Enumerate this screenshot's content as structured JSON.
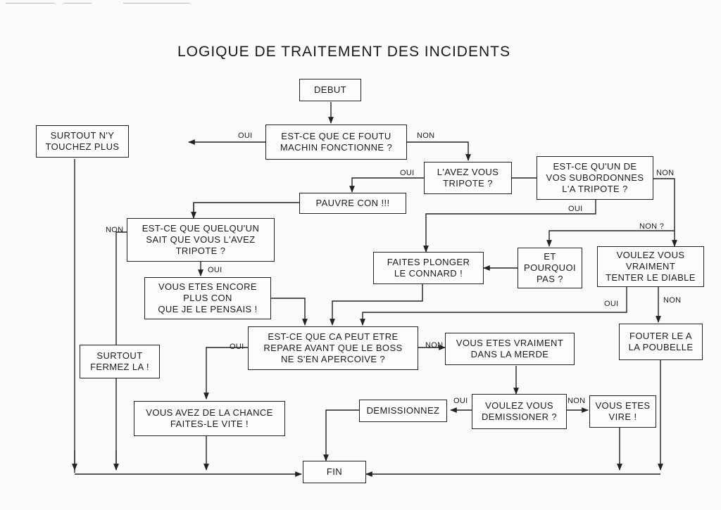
{
  "title": "LOGIQUE DE TRAITEMENT DES INCIDENTS",
  "nodes": {
    "debut": "DEBUT",
    "fonctionne": "EST-CE QUE CE FOUTU\nMACHIN FONCTIONNE ?",
    "touchez_plus": "SURTOUT N'Y\nTOUCHEZ PLUS",
    "tripote": "L'AVEZ VOUS\nTRIPOTE ?",
    "subordonnes": "EST-CE QU'UN DE\nVOS SUBORDONNES\nL'A TRIPOTE ?",
    "pauvre_con": "PAUVRE CON !!!",
    "quelquun_sait": "EST-CE QUE QUELQU'UN\nSAIT QUE VOUS L'AVEZ\nTRIPOTE ?",
    "plus_con": "VOUS ETES ENCORE\nPLUS CON\nQUE JE LE PENSAIS !",
    "plonger": "FAITES PLONGER\nLE CONNARD !",
    "pourquoi_pas": "ET\nPOURQUOI\nPAS ?",
    "diable": "VOULEZ VOUS\nVRAIMENT\nTENTER LE DIABLE",
    "repare": "EST-CE QUE CA PEUT ETRE\nREPARE AVANT QUE LE BOSS\nNE S'EN APERCOIVE ?",
    "merde": "VOUS ETES VRAIMENT\nDANS LA MERDE",
    "fermez": "SURTOUT\nFERMEZ LA !",
    "poubelle": "FOUTER LE A\nLA POUBELLE",
    "chance": "VOUS AVEZ DE LA CHANCE\nFAITES-LE VITE !",
    "demissionnez": "DEMISSIONNEZ",
    "demissioner": "VOULEZ VOUS\nDEMISSIONER ?",
    "vire": "VOUS ETES\nVIRE !",
    "fin": "FIN"
  },
  "labels": {
    "oui_1": "OUI",
    "non_1": "NON",
    "oui_2": "OUI",
    "non_2": "NON",
    "oui_3": "OUI",
    "non_3": "NON",
    "oui_4": "OUI",
    "non_4": "NON ?",
    "oui_5": "OUI",
    "non_5": "NON",
    "oui_6": "OUI",
    "non_6": "NON",
    "oui_7": "OUI",
    "non_7": "NON"
  }
}
